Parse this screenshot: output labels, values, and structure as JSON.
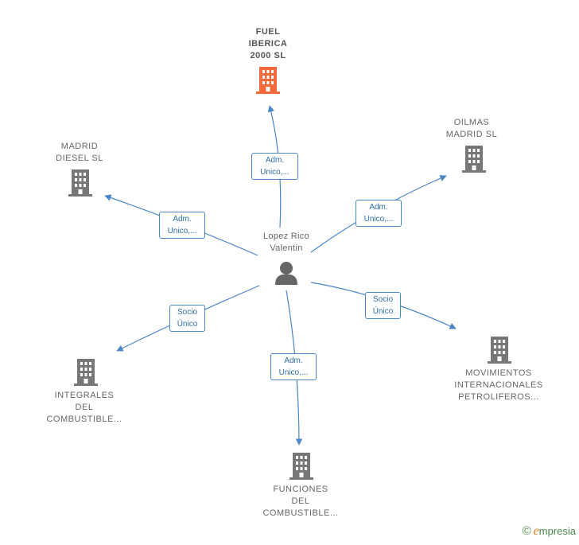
{
  "colors": {
    "edge": "#4a86c8",
    "building_main": "#f06a3c",
    "building": "#777777",
    "person": "#666666"
  },
  "center": {
    "name": "Lopez Rico\nValentin",
    "icon": "person-icon"
  },
  "companies": [
    {
      "id": "fuel",
      "name": "FUEL\nIBERICA\n2000  SL",
      "icon": "building-icon",
      "main": true
    },
    {
      "id": "oilmas",
      "name": "OILMAS\nMADRID  SL",
      "icon": "building-icon"
    },
    {
      "id": "madrid-diesel",
      "name": "MADRID\nDIESEL  SL",
      "icon": "building-icon"
    },
    {
      "id": "integrales",
      "name": "INTEGRALES\nDEL\nCOMBUSTIBLE...",
      "icon": "building-icon"
    },
    {
      "id": "funciones",
      "name": "FUNCIONES\nDEL\nCOMBUSTIBLE...",
      "icon": "building-icon"
    },
    {
      "id": "movimientos",
      "name": "MOVIMIENTOS\nINTERNACIONALES\nPETROLIFEROS...",
      "icon": "building-icon"
    }
  ],
  "relations": [
    {
      "to": "fuel",
      "label": "Adm.\nUnico,..."
    },
    {
      "to": "oilmas",
      "label": "Adm.\nUnico,..."
    },
    {
      "to": "madrid-diesel",
      "label": "Adm.\nUnico,..."
    },
    {
      "to": "integrales",
      "label": "Socio\nÚnico"
    },
    {
      "to": "funciones",
      "label": "Adm.\nUnico,..."
    },
    {
      "to": "movimientos",
      "label": "Socio\nÚnico"
    }
  ],
  "brand": {
    "copyright": "©",
    "initial": "e",
    "rest": "mpresia"
  }
}
